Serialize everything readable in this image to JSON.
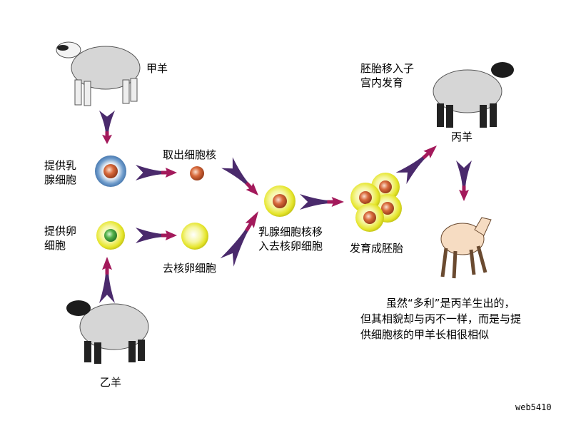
{
  "labels": {
    "sheep_a": "甲羊",
    "sheep_b": "乙羊",
    "sheep_c": "丙羊",
    "provide_mammary_cell": [
      "提供乳",
      "腺细胞"
    ],
    "extract_nucleus": "取出细胞核",
    "provide_egg_cell": [
      "提供卵",
      "细胞"
    ],
    "enucleated_egg": "去核卵细胞",
    "nuclear_transfer": [
      "乳腺细胞核移",
      "入去核卵细胞"
    ],
    "develop_embryo": "发育成胚胎",
    "embryo_transfer": [
      "胚胎移入子",
      "宫内发育"
    ]
  },
  "caption": [
    "虽然“多利”是丙羊生出的，",
    "但其相貌却与丙不一样，而是与提",
    "供细胞核的甲羊长相很相似"
  ],
  "watermark": "web5410",
  "colors": {
    "arrow_body": "#4a2a6c",
    "arrow_tip": "#a3195b",
    "mammary_cell": "#5b8fc4",
    "nucleus": "#d0653a",
    "egg_cell": "#e8e83a",
    "egg_nucleus": "#4aa64a",
    "sheep_wool": "#d4d4d4",
    "lamb": "#f5dcc0"
  }
}
